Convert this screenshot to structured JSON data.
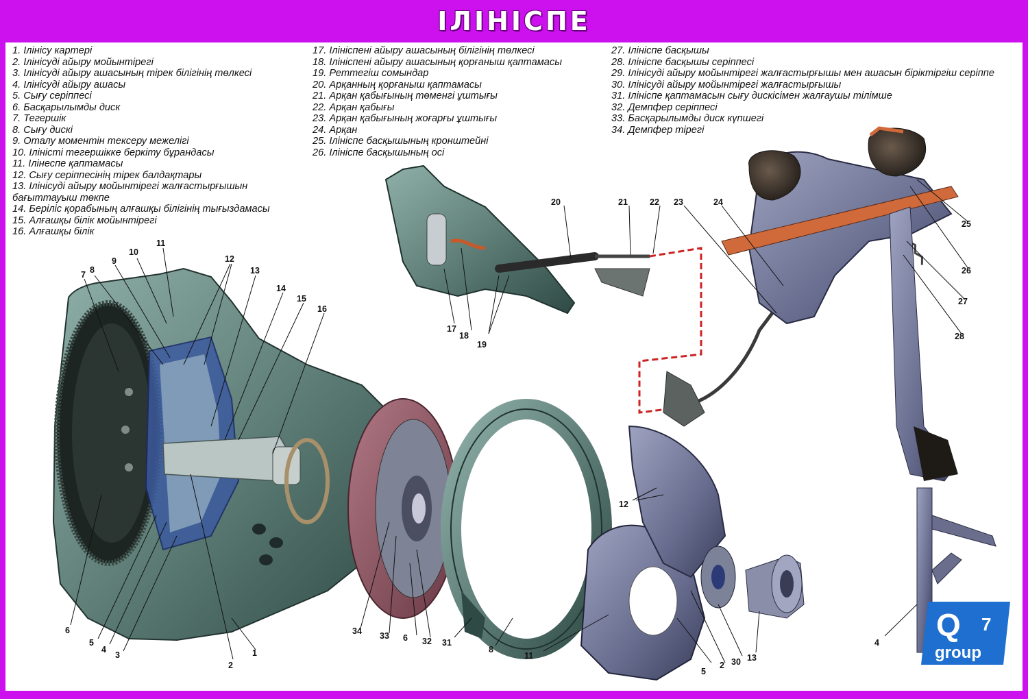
{
  "header": {
    "title": "ІЛІНІСПЕ"
  },
  "legend": {
    "col1": [
      "1.  Ілінісу картері",
      "2.  Ілінісуді айыру мойынтірегі",
      "3.  Ілінісуді айыру ашасының тірек білігінің төлкесі",
      "4.  Ілінісуді айыру ашасы",
      "5.  Сығу серіппесі",
      "6.  Басқарылымды диск",
      "7. Тегершік",
      "8. Сығу дискі",
      "9. Оталу моментін тексеру межелігі",
      "10. Іліністі тегершікке беркіту бұрандасы",
      "11. Ілінеспе қаптамасы",
      "12. Сығу серіппесінің тірек балдақтары",
      "13. Ілінісуді айыру мойынтірегі жалғастырғышын бағыттауыш төкпе",
      "14. Беріліс қорабының алғашқы білігінің тығыздамасы",
      "15. Алғашқы білік мойынтірегі",
      "16. Алғашқы білік"
    ],
    "col2": [
      "17. Ілініспені айыру ашасының білігінің төлкесі",
      "18. Ілініспені айыру ашасының қорғаныш қаптамасы",
      "19. Реттегіш сомындар",
      "20. Арқанның қорғаныш қаптамасы",
      "21. Арқан қабығының төменгі ұштығы",
      "22. Арқан қабығы",
      "23. Арқан қабығының жоғарғы ұштығы",
      "24. Арқан",
      "25. Ілініспе басқышының кронштейні",
      "26. Ілініспе басқышының осі"
    ],
    "col3": [
      "27. Ілініспе басқышы",
      "28. Ілініспе басқышы серіппесі",
      "29. Ілінісуді айыру мойынтірегі жалғастырғышы мен ашасын біріктіргіш серіппе",
      "30. Ілінісуді айыру мойынтірегі жалғастырғышы",
      "31. Ілініспе қаптамасын сығу дискісімен жалғаушы тілімше",
      "32. Демпфер  серіппесі",
      "33. Басқарылымды диск күпшегі",
      "34. Демпфер тірегі"
    ]
  },
  "callouts": [
    "1",
    "2",
    "3",
    "4",
    "5",
    "6",
    "7",
    "8",
    "9",
    "10",
    "11",
    "12",
    "13",
    "14",
    "15",
    "16",
    "17",
    "18",
    "19",
    "20",
    "21",
    "22",
    "23",
    "24",
    "25",
    "26",
    "27",
    "28",
    "31",
    "34",
    "33",
    "6",
    "32",
    "8",
    "11",
    "5",
    "2",
    "30",
    "13",
    "12",
    "4"
  ],
  "logo": {
    "letter": "Q",
    "number": "7",
    "word": "group"
  },
  "colors": {
    "frame": "#cc11ee",
    "metal": "#5f7f78",
    "metal_dark": "#2f4a44",
    "disk_lining": "#8a5260",
    "cutaway_blue": "#2c4fa8",
    "cable_dash": "#cc2222",
    "logo_blue": "#1e6fd0"
  }
}
